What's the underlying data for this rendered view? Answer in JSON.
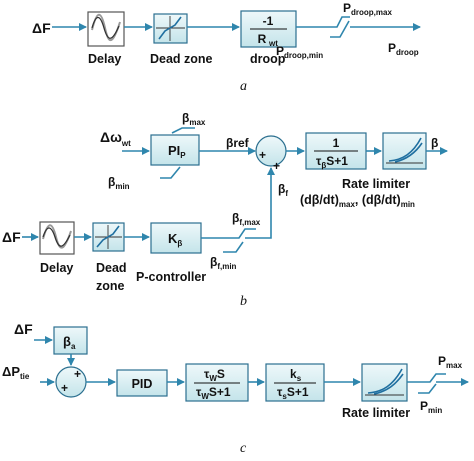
{
  "colors": {
    "wire": "#2f86ad",
    "box_fill": "#d7eef2",
    "box_stroke": "#2b6f8f",
    "text": "#111111"
  },
  "panel_a": {
    "input": "ΔF",
    "delay_label": "Delay",
    "deadzone_label": "Dead zone",
    "droop_num": "-1",
    "droop_den": "R",
    "droop_den_sub": "wt",
    "droop_label": "droop",
    "pmax": "P",
    "pmax_sub": "droop,max",
    "pmin": "P",
    "pmin_sub": "droop,min",
    "output": "P",
    "output_sub": "droop",
    "caption": "a"
  },
  "panel_b": {
    "input_omega": "Δω",
    "input_omega_sub": "wt",
    "beta_max": "β",
    "beta_max_sub": "max",
    "beta_min": "β",
    "beta_min_sub": "min",
    "pi": "PI",
    "pi_sub": "P",
    "beta_ref": "βref",
    "plus1": "+",
    "plus2": "+",
    "tf_num": "1",
    "tf_den": "τ",
    "tf_den_sub": "β",
    "tf_den_rest": "S+1",
    "output": "β",
    "rate_limiter": "Rate limiter",
    "rate_limits": "(dβ/dt)",
    "rate_max_sub": "max",
    "rate_sep": ", (dβ/dt)",
    "rate_min_sub": "min",
    "input_f": "ΔF",
    "delay_label": "Delay",
    "deadzone_label1": "Dead",
    "deadzone_label2": "zone",
    "kbeta": "K",
    "kbeta_sub": "β",
    "pcontroller": "P-controller",
    "beta_f": "β",
    "beta_f_sub": "f",
    "beta_fmax": "β",
    "beta_fmax_sub": "f,max",
    "beta_fmin": "β",
    "beta_fmin_sub": "f,min",
    "caption": "b"
  },
  "panel_c": {
    "input_f": "ΔF",
    "beta_a": "β",
    "beta_a_sub": "a",
    "input_ptie": "ΔP",
    "input_ptie_sub": "tie",
    "plus1": "+",
    "plus2": "+",
    "pid": "PID",
    "wash_num": "τ",
    "wash_num_sub": "W",
    "wash_num_rest": "S",
    "wash_den": "τ",
    "wash_den_sub": "W",
    "wash_den_rest": "S+1",
    "lag_num": "k",
    "lag_num_sub": "s",
    "lag_den": "τ",
    "lag_den_sub": "s",
    "lag_den_rest": "S+1",
    "rate_limiter": "Rate limiter",
    "pmax": "P",
    "pmax_sub": "max",
    "pmin": "P",
    "pmin_sub": "min",
    "caption": "c"
  }
}
